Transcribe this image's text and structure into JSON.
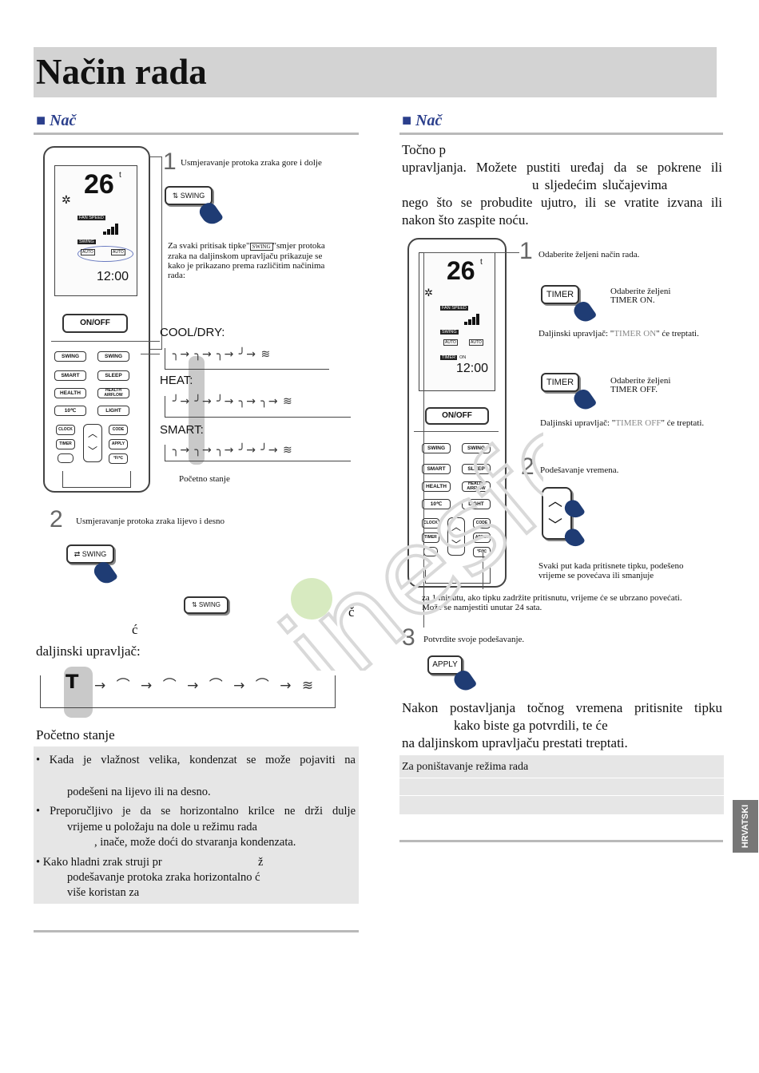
{
  "page": {
    "title": "Način rada",
    "side_tab": "HRVATSKI"
  },
  "left": {
    "heading": "■ Nač",
    "remote": {
      "temp": "26",
      "temp_unit": "t",
      "fan_speed_label": "FAN SPEED",
      "swing_label": "SWING",
      "auto_left": "AUTO",
      "auto_right": "AUTO",
      "clock": "12:00",
      "onoff": "ON/OFF",
      "buttons": [
        "SWING",
        "SWING",
        "SMART",
        "SLEEP",
        "HEALTH",
        "HEALTH AIRFLOW",
        "10℃",
        "LIGHT",
        "CLOCK",
        "CODE",
        "TIMER",
        "APPLY",
        "°F/℃"
      ]
    },
    "step1": {
      "num": "1",
      "text": "Usmjeravanje protoka zraka gore i dolje",
      "swing_btn": "SWING",
      "desc_a": "Za svaki pritisak tipke\"",
      "desc_btn": "SWING",
      "desc_b": "\"smjer protoka zraka na daljinskom upravljaču prikazuje se kako je prikazano prema različitim načinima rada:"
    },
    "modes": [
      {
        "label": "COOL/DRY:",
        "flow": "╮→ ╮→ ╮→ ╯→ ≋"
      },
      {
        "label": "HEAT:",
        "flow": "╯→ ╯→ ╯→ ╮→ ╮→ ≋"
      },
      {
        "label": "SMART:",
        "flow": "╮→ ╮→ ╮→ ╯→ ╯→ ≋"
      }
    ],
    "initial_state_small": "Početno stanje",
    "step2": {
      "num": "2",
      "text": "Usmjeravanje protoka zraka lijevo i desno",
      "swing_btn": "SWING",
      "inline_btn": "SWING",
      "frag_c1": "č",
      "frag_c2": "ć",
      "line": "daljinski upravljač:",
      "flow": "→ ⌒ → ⌒ → ⌒ → ⌒ → ≋",
      "initial_state": "Početno stanje"
    },
    "notes": [
      "• Kada je vlažnost velika, kondenzat se može pojaviti na",
      "podešeni na lijevo ili na desno.",
      "• Preporučljivo je da se horizontalno krilce ne drži dulje",
      "vrijeme u položaju na dole u režimu rada",
      ", inače, može doći do stvaranja kondenzata.",
      "• Kako hladni zrak struji pr",
      "ž",
      "podešavanje protoka zraka horizontalno ć",
      "više koristan za"
    ]
  },
  "right": {
    "heading": "■ Nač",
    "intro": [
      "Točno   p",
      "upravljanja. Možete pustiti uređaj da se pokrene ili",
      "u  sljedećim  slučajevima",
      "nego što se probudite ujutro, ili se vratite izvana ili",
      "nakon što zaspite noću."
    ],
    "remote": {
      "temp": "26",
      "temp_unit": "t",
      "fan_speed_label": "FAN SPEED",
      "swing_label": "SWING",
      "auto_left": "AUTO",
      "auto_right": "AUTO",
      "timer_label": "TIMER",
      "on_label": "ON",
      "clock": "12:00",
      "onoff": "ON/OFF",
      "buttons": [
        "SWING",
        "SWING",
        "SMART",
        "SLEEP",
        "HEALTH",
        "HEALTH AIRFLOW",
        "10℃",
        "LIGHT",
        "CLOCK",
        "CODE",
        "TIMER",
        "APPLY",
        "°F/℃"
      ]
    },
    "step1": {
      "num": "1",
      "text": "Odaberite željeni način rada.",
      "timer_btn": "TIMER",
      "timer_on_text": "Odaberite željeni TIMER ON.",
      "blink_on_a": "Daljinski upravljač: \"",
      "blink_on_b": "TIMER ON",
      "blink_on_c": "\" će treptati.",
      "timer_btn2": "TIMER",
      "timer_off_text": "Odaberite željeni TIMER OFF.",
      "blink_off_a": "Daljinski upravljač: \"",
      "blink_off_b": "TIMER OFF",
      "blink_off_c": "\" će treptati."
    },
    "step2": {
      "num": "2",
      "text": "Podešavanje vremena.",
      "desc": "Svaki put kada pritisnete tipku, podešeno vrijeme se povećava ili smanjuje",
      "desc2": "za 1 minutu, ako tipku zadržite pritisnutu, vrijeme će se ubrzano povećati.",
      "desc3": "Može se namjestiti unutar 24 sata."
    },
    "step3": {
      "num": "3",
      "text": "Potvrdite svoje podešavanje.",
      "apply_btn": "APPLY"
    },
    "after": [
      "Nakon postavljanja točnog vremena pritisnite tipku",
      "kako biste ga potvrdili, te će",
      "na daljinskom upravljaču prestati treptati."
    ],
    "cancel_box": "Za poništavanje režima rada"
  },
  "watermark": "inesfoo"
}
